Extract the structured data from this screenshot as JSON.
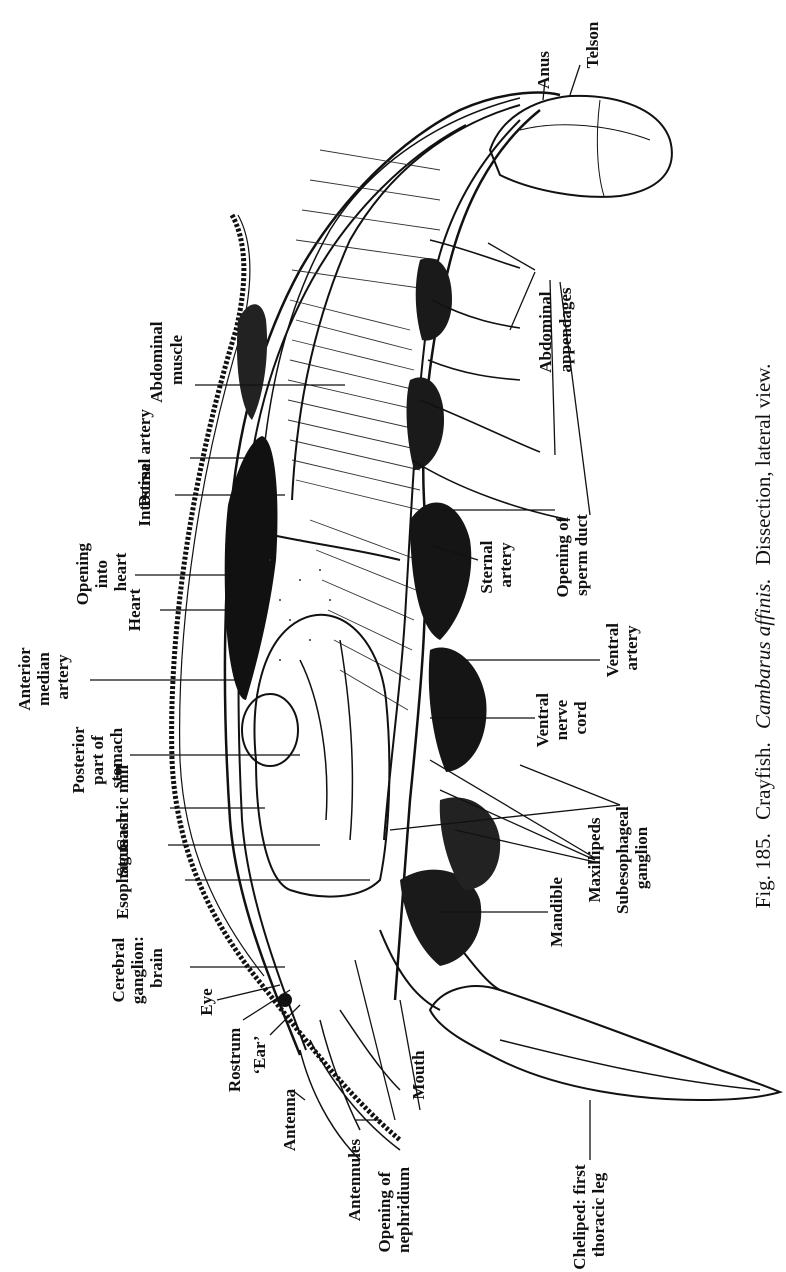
{
  "figure": {
    "caption_prefix": "Fig. 185.",
    "caption_common": "Crayfish.",
    "caption_species": "Cambarus affinis.",
    "caption_rest": "Dissection, lateral view."
  },
  "labels": {
    "anus": "Anus",
    "telson": "Telson",
    "abdominal_appendages": [
      "Abdominal",
      "appendages"
    ],
    "abdominal_muscle": [
      "Abdominal",
      "muscle"
    ],
    "dorsal_artery": "Dorsal artery",
    "intestine": "Intestine",
    "opening_into_heart": [
      "Opening",
      "into",
      "heart"
    ],
    "heart": "Heart",
    "anterior_median_artery": [
      "Anterior",
      "median",
      "artery"
    ],
    "posterior_stomach": [
      "Posterior",
      "part of",
      "stomach"
    ],
    "gastric_mill": "Gastric mill",
    "stomach": "Stomach",
    "esophagus": "Esophagus",
    "cerebral_ganglion": [
      "Cerebral",
      "ganglion:",
      "brain"
    ],
    "eye": "Eye",
    "rostrum": "Rostrum",
    "ear": "‘Ear’",
    "antenna": "Antenna",
    "antennules": "Antennules",
    "opening_nephridium": [
      "Opening of",
      "nephridium"
    ],
    "mouth": "Mouth",
    "cheliped": [
      "Cheliped: first",
      "thoracic leg"
    ],
    "mandible": "Mandible",
    "maxillipeds": "Maxillipeds",
    "subesophageal_ganglion": [
      "Subesophageal",
      "ganglion"
    ],
    "ventral_nerve_cord": [
      "Ventral",
      "nerve",
      "cord"
    ],
    "ventral_artery": [
      "Ventral",
      "artery"
    ],
    "sternal_artery": [
      "Sternal",
      "artery"
    ],
    "opening_sperm_duct": [
      "Opening of",
      "sperm duct"
    ]
  }
}
